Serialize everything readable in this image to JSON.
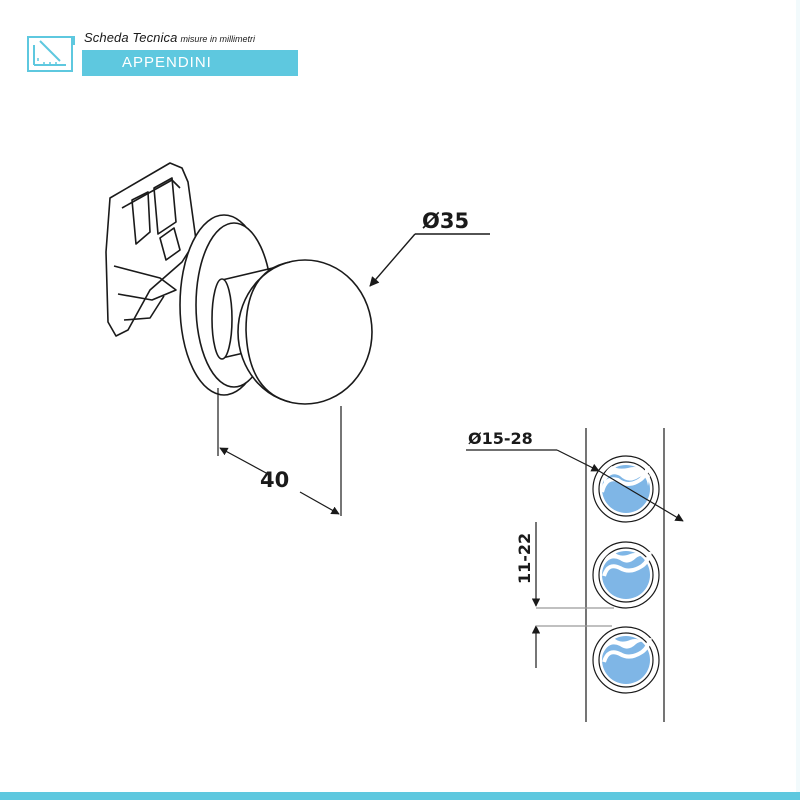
{
  "header": {
    "title": "Scheda Tecnica",
    "subtitle": "misure in millimetri",
    "band_label": "APPENDINI",
    "accent_color": "#5ec8df",
    "logo_icon": "ruler-pencil-icon"
  },
  "dimensions": {
    "knob_diameter": "Ø35",
    "depth": "40",
    "hole_diameter": "Ø15-28",
    "hole_spacing": "11-22"
  },
  "colors": {
    "line": "#1a1a1a",
    "hole_fill": "#7fb6e6"
  }
}
